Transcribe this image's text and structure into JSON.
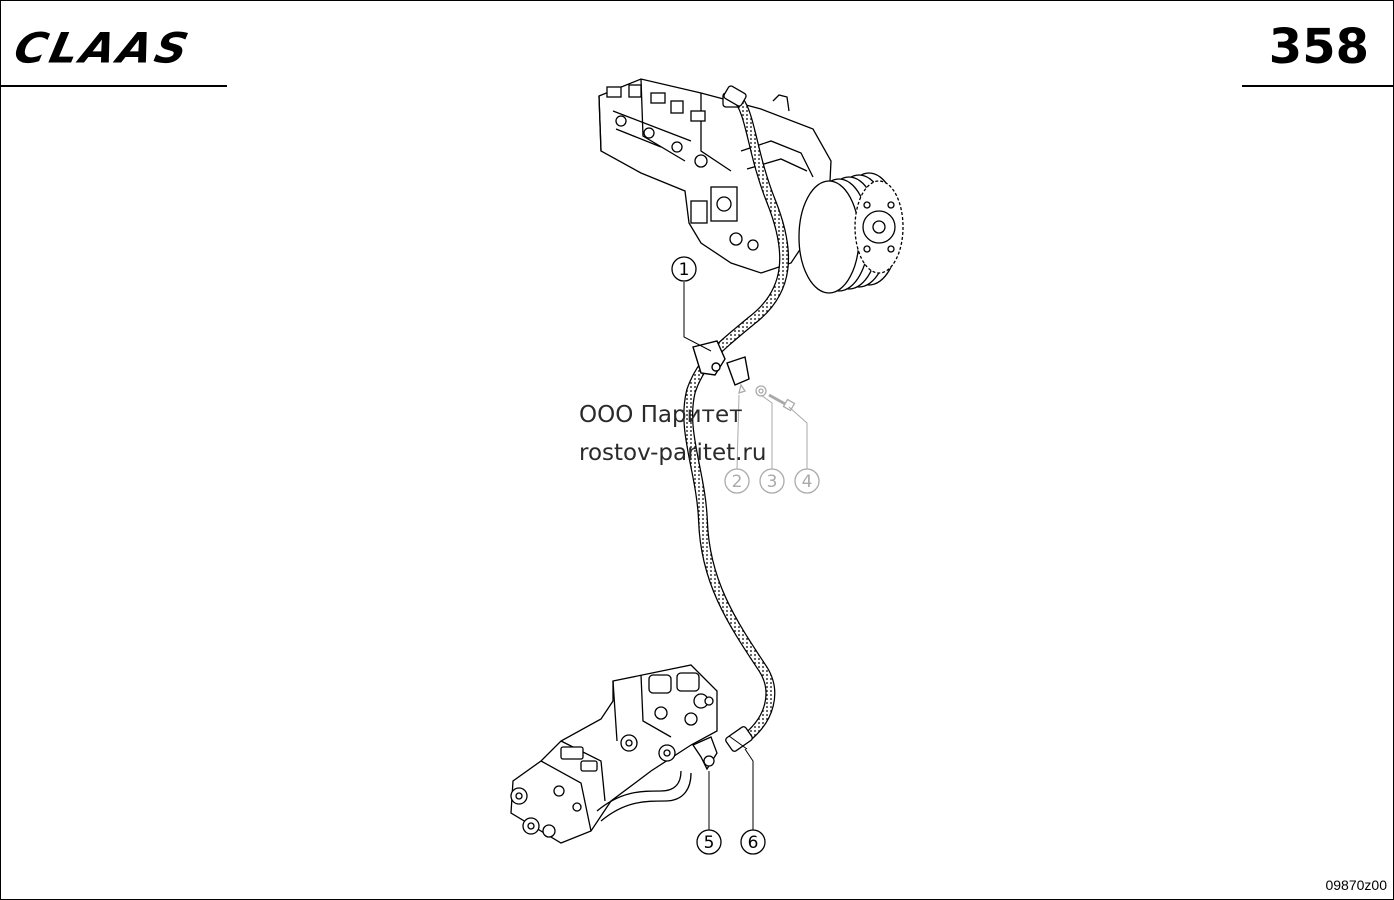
{
  "header": {
    "brand": "CLAAS",
    "page_number": "358"
  },
  "footer": {
    "drawing_code": "09870z00"
  },
  "watermark": {
    "line1": "ООО Паритет",
    "line2": "rostov-paritet.ru"
  },
  "callouts": [
    "1",
    "2",
    "3",
    "4",
    "5",
    "6"
  ]
}
